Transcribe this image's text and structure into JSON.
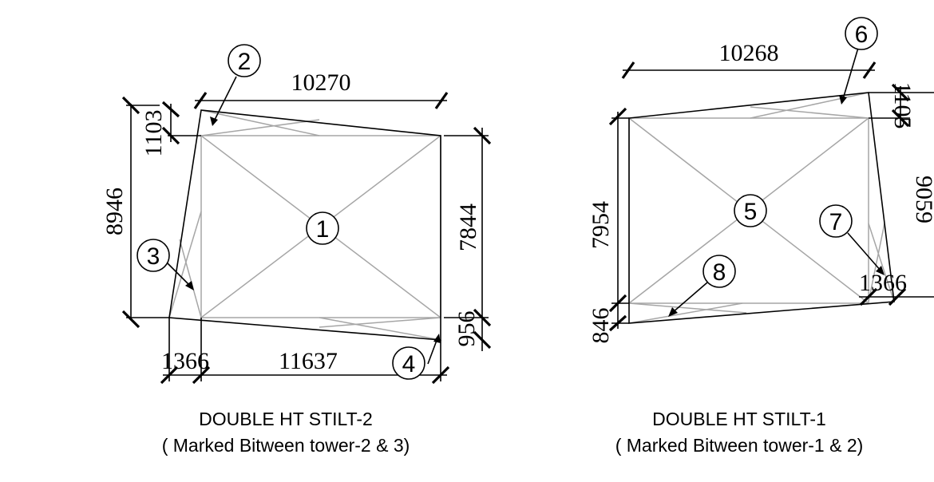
{
  "left_plan": {
    "dims": {
      "top": "10270",
      "top_left": "1103",
      "left": "8946",
      "right": "7844",
      "bottom_right": "956",
      "bottom_left": "1366",
      "bottom": "11637"
    },
    "markers": [
      "1",
      "2",
      "3",
      "4"
    ],
    "caption_line1": "DOUBLE HT STILT-2",
    "caption_line2": "( Marked Bitween tower-2 & 3)"
  },
  "right_plan": {
    "dims": {
      "top": "10268",
      "top_right": "1105",
      "left": "7954",
      "bottom_left": "846",
      "bottom_right": "1366",
      "right": "9059"
    },
    "markers": [
      "5",
      "6",
      "7",
      "8"
    ],
    "caption_line1": "DOUBLE HT STILT-1",
    "caption_line2": "( Marked Bitween tower-1 & 2)"
  }
}
